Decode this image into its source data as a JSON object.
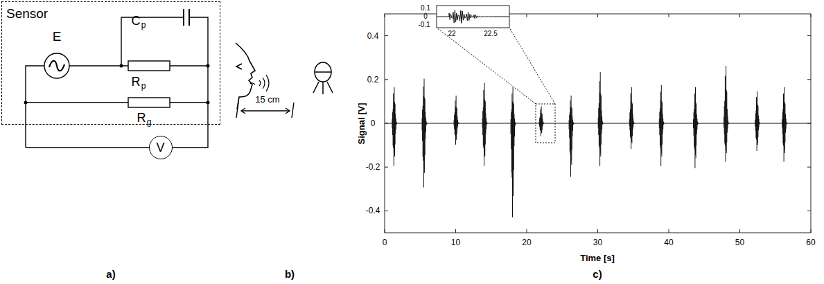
{
  "diagram": {
    "nodes": [
      {
        "text": [
          "Sensor"
        ]
      },
      {
        "text": [
          "V"
        ]
      }
    ],
    "labels": [
      "E",
      "C",
      "p",
      "R",
      "p",
      "R",
      "g",
      "15 cm",
      "a)",
      "b)",
      "c)",
      "Signal [V]",
      "Time [s]",
      "0.4",
      "0.2",
      "0",
      "-0.2",
      "-0.4",
      "0",
      "10",
      "20",
      "30",
      "40",
      "50",
      "60",
      "0.1",
      "0",
      "-0.1",
      "22",
      "22.5"
    ]
  }
}
